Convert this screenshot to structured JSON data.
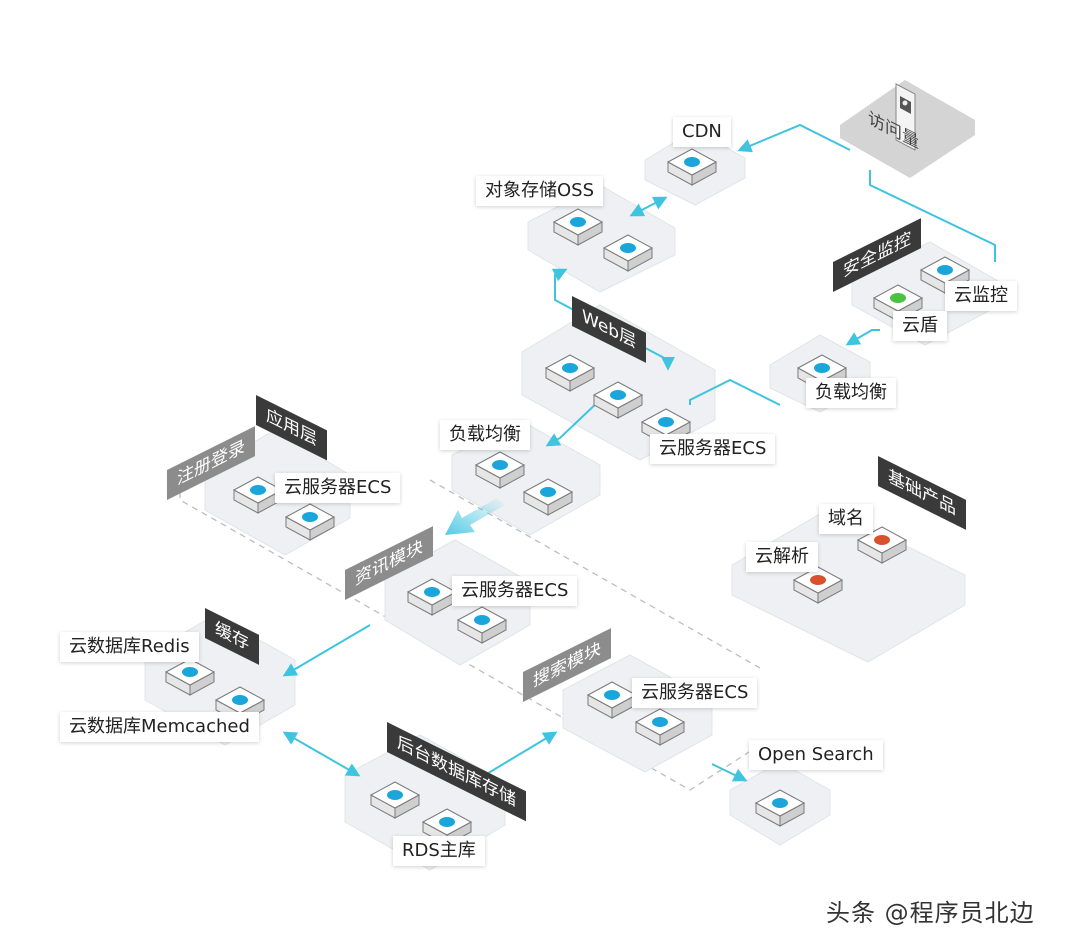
{
  "diagram": {
    "visitor": "访问量",
    "cdn": "CDN",
    "oss": "对象存储OSS",
    "security": {
      "title": "安全监控",
      "cloud_monitor": "云监控",
      "cloud_shield": "云盾"
    },
    "lb_top": "负载均衡",
    "web_layer": {
      "title": "Web层",
      "ecs": "云服务器ECS"
    },
    "lb_mid": "负载均衡",
    "app_layer": {
      "title": "应用层",
      "register_module": "注册登录",
      "register_ecs": "云服务器ECS",
      "news_module": "资讯模块",
      "news_ecs": "云服务器ECS",
      "search_module": "搜索模块",
      "search_ecs": "云服务器ECS"
    },
    "cache": {
      "title": "缓存",
      "redis": "云数据库Redis",
      "memcached": "云数据库Memcached"
    },
    "db": {
      "title": "后台数据库存储",
      "rds": "RDS主库"
    },
    "open_search": "Open Search",
    "basic": {
      "title": "基础产品",
      "domain": "域名",
      "dns": "云解析"
    },
    "watermark": "头条 @程序员北边"
  },
  "colors": {
    "connector": "#3fc4e0",
    "platform": "#eef0f3",
    "platform_edge": "#dfe2e6",
    "dark_tag": "#3a3a3a",
    "gray_tag": "#8c8c8c",
    "icon_blue": "#1aa5db",
    "icon_green": "#49c23e",
    "icon_red": "#d9502e"
  }
}
